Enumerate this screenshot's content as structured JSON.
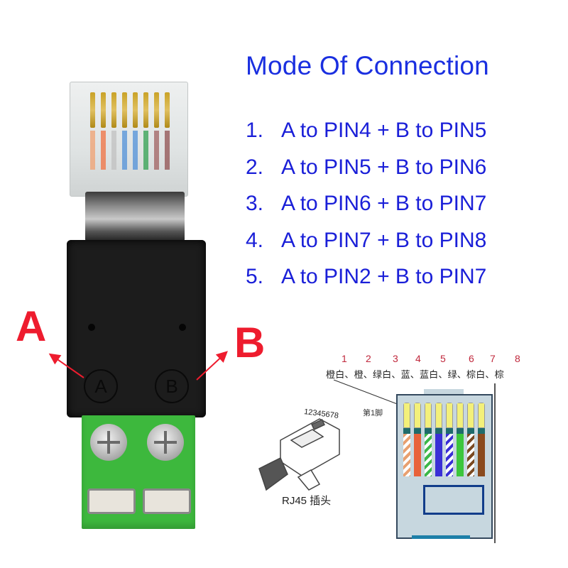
{
  "title": "Mode Of Connection",
  "modes": [
    {
      "num": "1.",
      "text": "A to PIN4 + B to PIN5"
    },
    {
      "num": "2.",
      "text": "A to PIN5 + B to PIN6"
    },
    {
      "num": "3.",
      "text": "A to PIN6 + B to PIN7"
    },
    {
      "num": "4.",
      "text": "A to PIN7 + B to PIN8"
    },
    {
      "num": "5.",
      "text": "A to PIN2 + B to PIN7"
    }
  ],
  "labels": {
    "a": "A",
    "b": "B",
    "embossed_a": "A",
    "embossed_b": "B"
  },
  "pin_diagram": {
    "pin_numbers": [
      "1",
      "2",
      "3",
      "4",
      "5",
      "6",
      "7",
      "8"
    ],
    "color_sequence": "橙白、橙、绿白、蓝、蓝白、绿、棕白、棕",
    "pin1_label": "第1脚",
    "wire_colors": [
      {
        "color": "#e8a070",
        "striped": true
      },
      {
        "color": "#e8623a",
        "striped": false
      },
      {
        "color": "#3cb84a",
        "striped": true
      },
      {
        "color": "#3a2fd6",
        "striped": false
      },
      {
        "color": "#3a2fd6",
        "striped": true
      },
      {
        "color": "#3cc63c",
        "striped": false
      },
      {
        "color": "#7a4a22",
        "striped": true
      },
      {
        "color": "#8a4a1e",
        "striped": false
      }
    ]
  },
  "rj45": {
    "pin_order": "12345678",
    "label": "RJ45 插头"
  },
  "colors": {
    "title_blue": "#1a2fe0",
    "label_red": "#ee1c2e",
    "terminal_green": "#3db83d"
  }
}
